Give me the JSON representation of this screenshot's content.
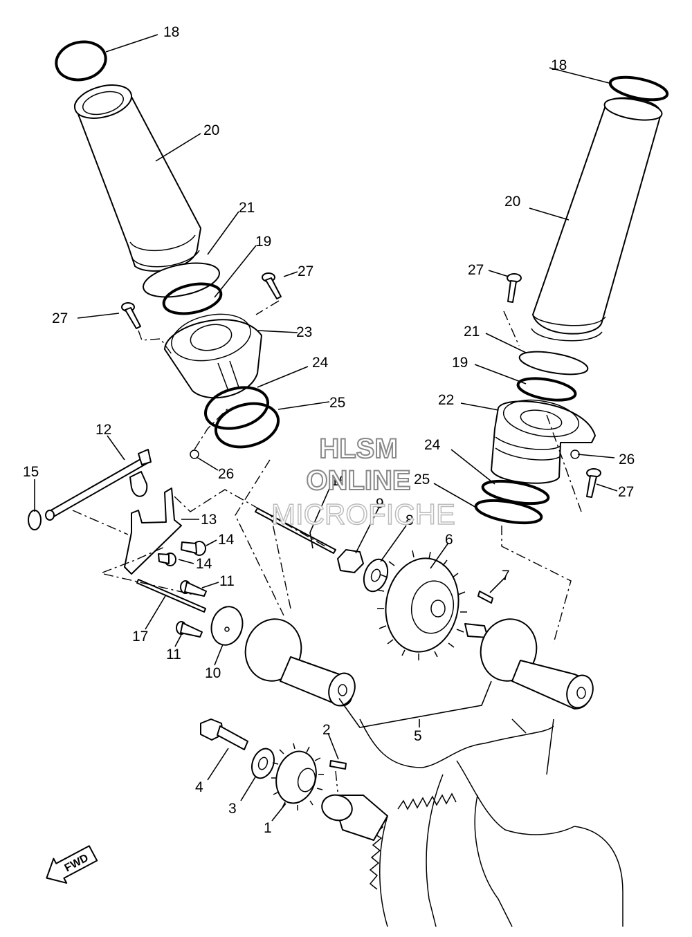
{
  "callouts": {
    "c1": "1",
    "c2": "2",
    "c3": "3",
    "c4": "4",
    "c5": "5",
    "c6": "6",
    "c7": "7",
    "c8": "8",
    "c9": "9",
    "c10": "10",
    "c11a": "11",
    "c11b": "11",
    "c12": "12",
    "c13": "13",
    "c14a": "14",
    "c14b": "14",
    "c15": "15",
    "c16": "16",
    "c17": "17",
    "c18a": "18",
    "c18b": "18",
    "c19a": "19",
    "c19b": "19",
    "c20a": "20",
    "c20b": "20",
    "c21a": "21",
    "c21b": "21",
    "c22": "22",
    "c23": "23",
    "c24a": "24",
    "c24b": "24",
    "c25a": "25",
    "c25b": "25",
    "c26a": "26",
    "c26b": "26",
    "c27a": "27",
    "c27b": "27",
    "c27c": "27",
    "c27d": "27"
  },
  "watermark": {
    "line1": "HLSM",
    "line2": "ONLINE",
    "line3": "MICROFICHE"
  },
  "fwd_badge": "FWD",
  "colors": {
    "ink": "#000000",
    "paper": "#ffffff",
    "watermark": "#888888"
  }
}
